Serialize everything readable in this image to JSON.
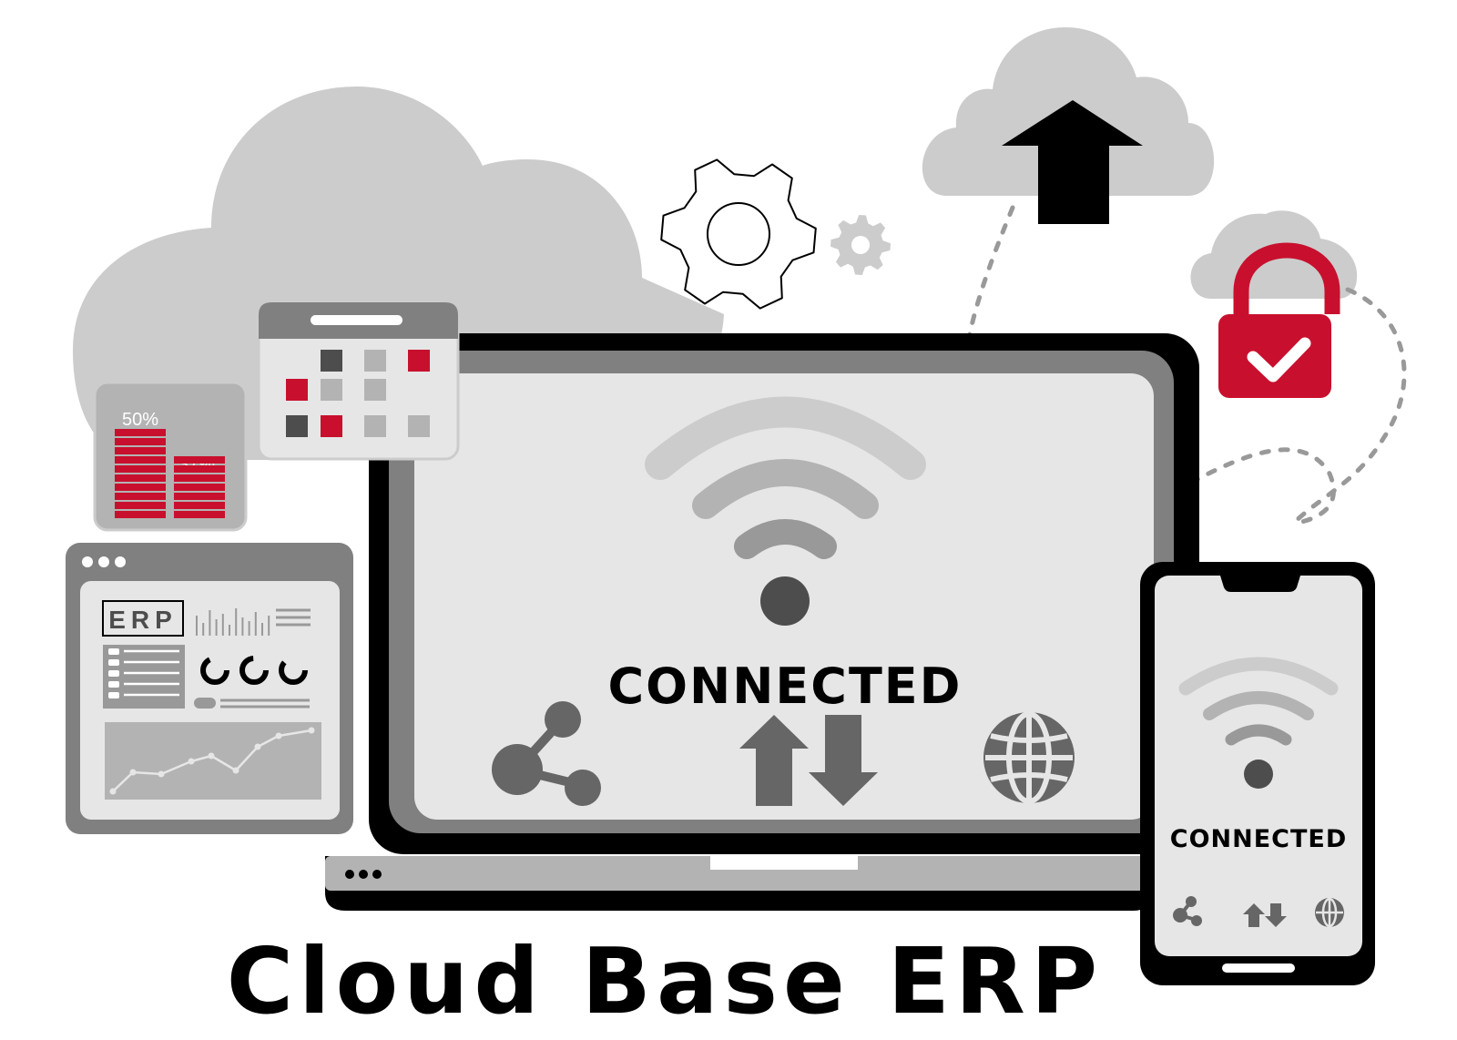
{
  "title": "Cloud Base ERP",
  "laptop": {
    "status": "CONNECTED",
    "icons": [
      "share-icon",
      "upload-download-arrows-icon",
      "globe-icon",
      "wifi-icon"
    ]
  },
  "phone": {
    "status": "CONNECTED",
    "icons": [
      "share-icon",
      "upload-download-arrows-icon",
      "globe-icon",
      "wifi-icon"
    ]
  },
  "bar_card": {
    "bars": [
      {
        "label": "50%",
        "value": 50
      },
      {
        "label": "37%",
        "value": 37
      }
    ]
  },
  "erp_window": {
    "logo_text": "ERP"
  },
  "colors": {
    "accent_red": "#c8102e",
    "cloud_gray": "#cccccc",
    "dark_gray": "#4d4d4d",
    "mid_gray": "#808080",
    "screen_gray": "#e6e6e6",
    "black": "#000000"
  }
}
